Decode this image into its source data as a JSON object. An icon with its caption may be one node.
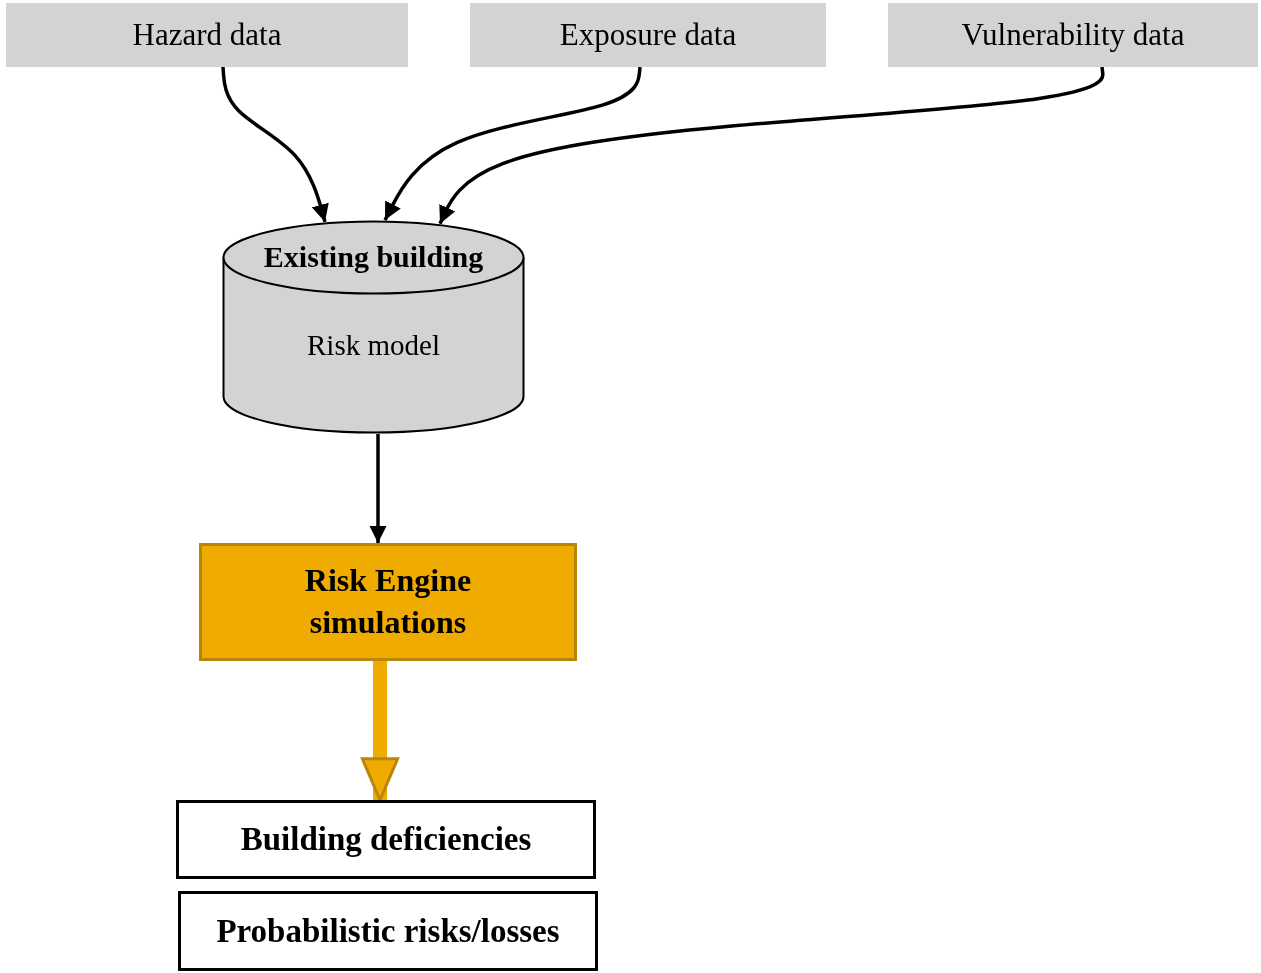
{
  "diagram": {
    "nodes": [
      {
        "text": [
          "Hazard data"
        ]
      },
      {
        "text": [
          "Exposure data"
        ]
      },
      {
        "text": [
          "Vulnerability data"
        ]
      },
      {
        "text": [
          "Existing building",
          "Risk model"
        ]
      },
      {
        "text": [
          "Risk Engine simulations"
        ]
      },
      {
        "text": [
          "Building deficiencies"
        ]
      },
      {
        "text": [
          "Probabilistic risks/losses"
        ]
      }
    ],
    "edges": [
      {
        "from": 0,
        "to": 3,
        "arrow": "to"
      },
      {
        "from": 1,
        "to": 3,
        "arrow": "to"
      },
      {
        "from": 2,
        "to": 3,
        "arrow": "to"
      },
      {
        "from": 3,
        "to": 4,
        "arrow": "to"
      },
      {
        "from": 4,
        "to": 5,
        "arrow": "to",
        "style": "thick",
        "color": "#f0ab00"
      }
    ]
  }
}
